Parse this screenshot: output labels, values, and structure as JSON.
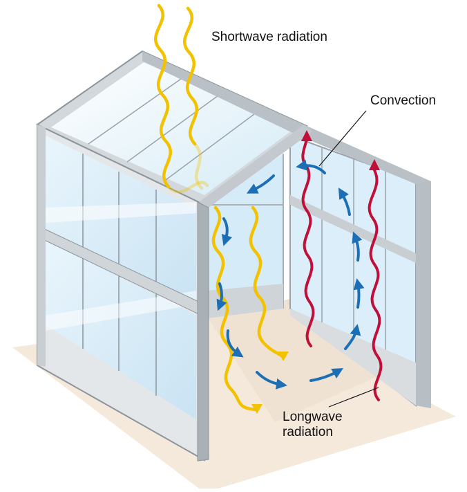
{
  "labels": {
    "shortwave": "Shortwave radiation",
    "convection": "Convection",
    "longwave_line1": "Longwave",
    "longwave_line2": "radiation"
  },
  "colors": {
    "shortwave_ray": "#f2c200",
    "longwave_ray": "#c0103a",
    "convection_arrow": "#1c6fb4",
    "frame_light": "#dfe3e6",
    "frame_dark": "#8d959c",
    "glass": "#d8ecf7",
    "floor": "#f5e9dc",
    "text": "#111111"
  },
  "icons": {
    "shortwave": "wavy-arrow-down-icon",
    "longwave": "wavy-arrow-up-icon",
    "convection": "curved-arrow-icon"
  }
}
